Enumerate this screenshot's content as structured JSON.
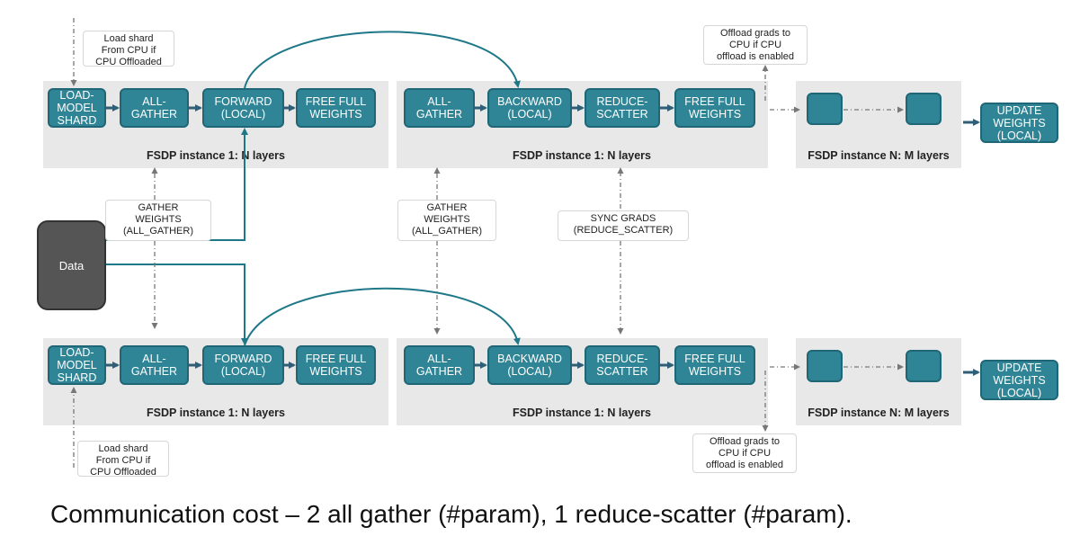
{
  "row1": {
    "group1": {
      "label": "FSDP instance 1: N layers",
      "steps": [
        "LOAD-\nMODEL\nSHARD",
        "ALL-\nGATHER",
        "FORWARD\n(LOCAL)",
        "FREE FULL\nWEIGHTS"
      ]
    },
    "group2": {
      "label": "FSDP instance 1: N layers",
      "steps": [
        "ALL-\nGATHER",
        "BACKWARD\n(LOCAL)",
        "REDUCE-\nSCATTER",
        "FREE FULL\nWEIGHTS"
      ]
    },
    "group3": {
      "label": "FSDP instance N: M layers"
    },
    "update": "UPDATE\nWEIGHTS\n(LOCAL)"
  },
  "row2": {
    "group1": {
      "label": "FSDP instance 1: N layers",
      "steps": [
        "LOAD-\nMODEL\nSHARD",
        "ALL-\nGATHER",
        "FORWARD\n(LOCAL)",
        "FREE FULL\nWEIGHTS"
      ]
    },
    "group2": {
      "label": "FSDP instance 1: N layers",
      "steps": [
        "ALL-\nGATHER",
        "BACKWARD\n(LOCAL)",
        "REDUCE-\nSCATTER",
        "FREE FULL\nWEIGHTS"
      ]
    },
    "group3": {
      "label": "FSDP instance N: M layers"
    },
    "update": "UPDATE\nWEIGHTS\n(LOCAL)"
  },
  "notes": {
    "load_shard_top": "Load shard\nFrom CPU if\nCPU Offloaded",
    "load_shard_bottom": "Load shard\nFrom CPU if\nCPU Offloaded",
    "offload_top": "Offload grads to\nCPU if CPU\noffload is enabled",
    "offload_bottom": "Offload grads to\nCPU if CPU\noffload is enabled",
    "gather_left": "GATHER\nWEIGHTS\n(ALL_GATHER)",
    "gather_mid": "GATHER\nWEIGHTS\n(ALL_GATHER)",
    "sync_grads": "SYNC GRADS\n(REDUCE_SCATTER)"
  },
  "data_label": "Data",
  "caption": "Communication cost – 2 all gather (#param), 1 reduce-scatter (#param).",
  "colors": {
    "step_fill": "#2f8496",
    "panel": "#e8e8e8",
    "arrow": "#2f5f78",
    "curve": "#1f7888",
    "data_fill": "#555555"
  }
}
